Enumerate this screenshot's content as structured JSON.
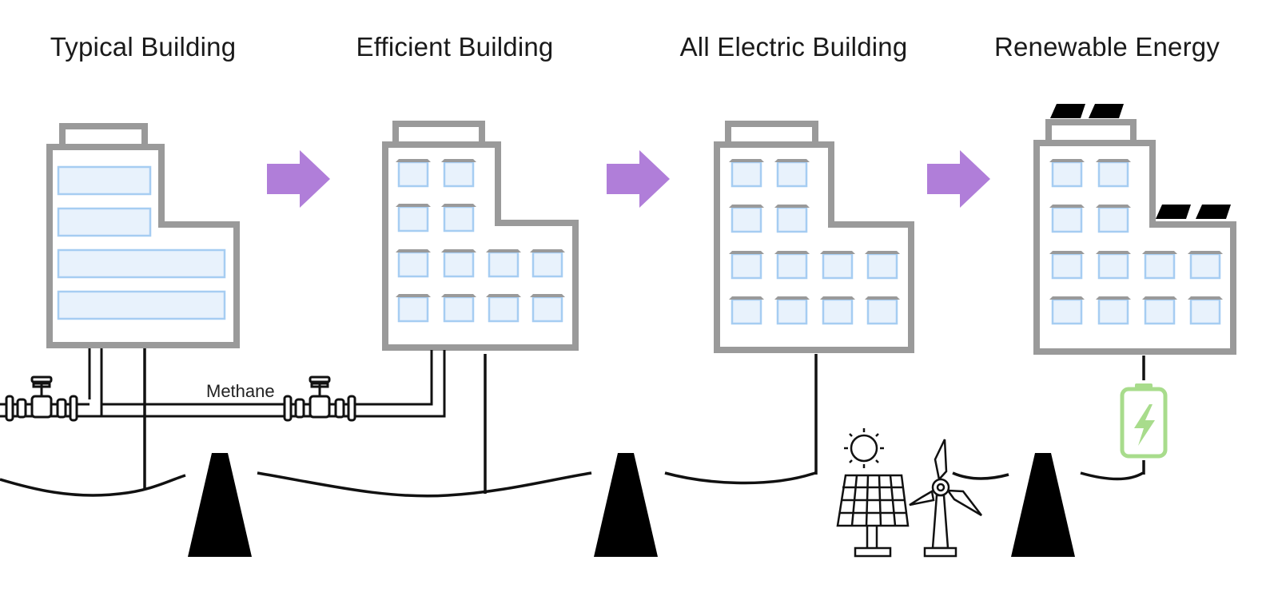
{
  "titles": {
    "typical": "Typical Building",
    "efficient": "Efficient Building",
    "electric": "All Electric Building",
    "renewable": "Renewable Energy"
  },
  "labels": {
    "methane": "Methane"
  },
  "colors": {
    "arrow": "#b07ed9",
    "building_outline": "#9a9a9a",
    "window_fill": "#e8f2fc",
    "window_stroke": "#a6cdf2",
    "battery": "#a8dc8c",
    "lines": "#111111"
  },
  "icons": [
    "valve-icon",
    "transmission-tower-icon",
    "sun-icon",
    "solar-panel-icon",
    "wind-turbine-icon",
    "battery-icon",
    "arrow-right-icon"
  ]
}
